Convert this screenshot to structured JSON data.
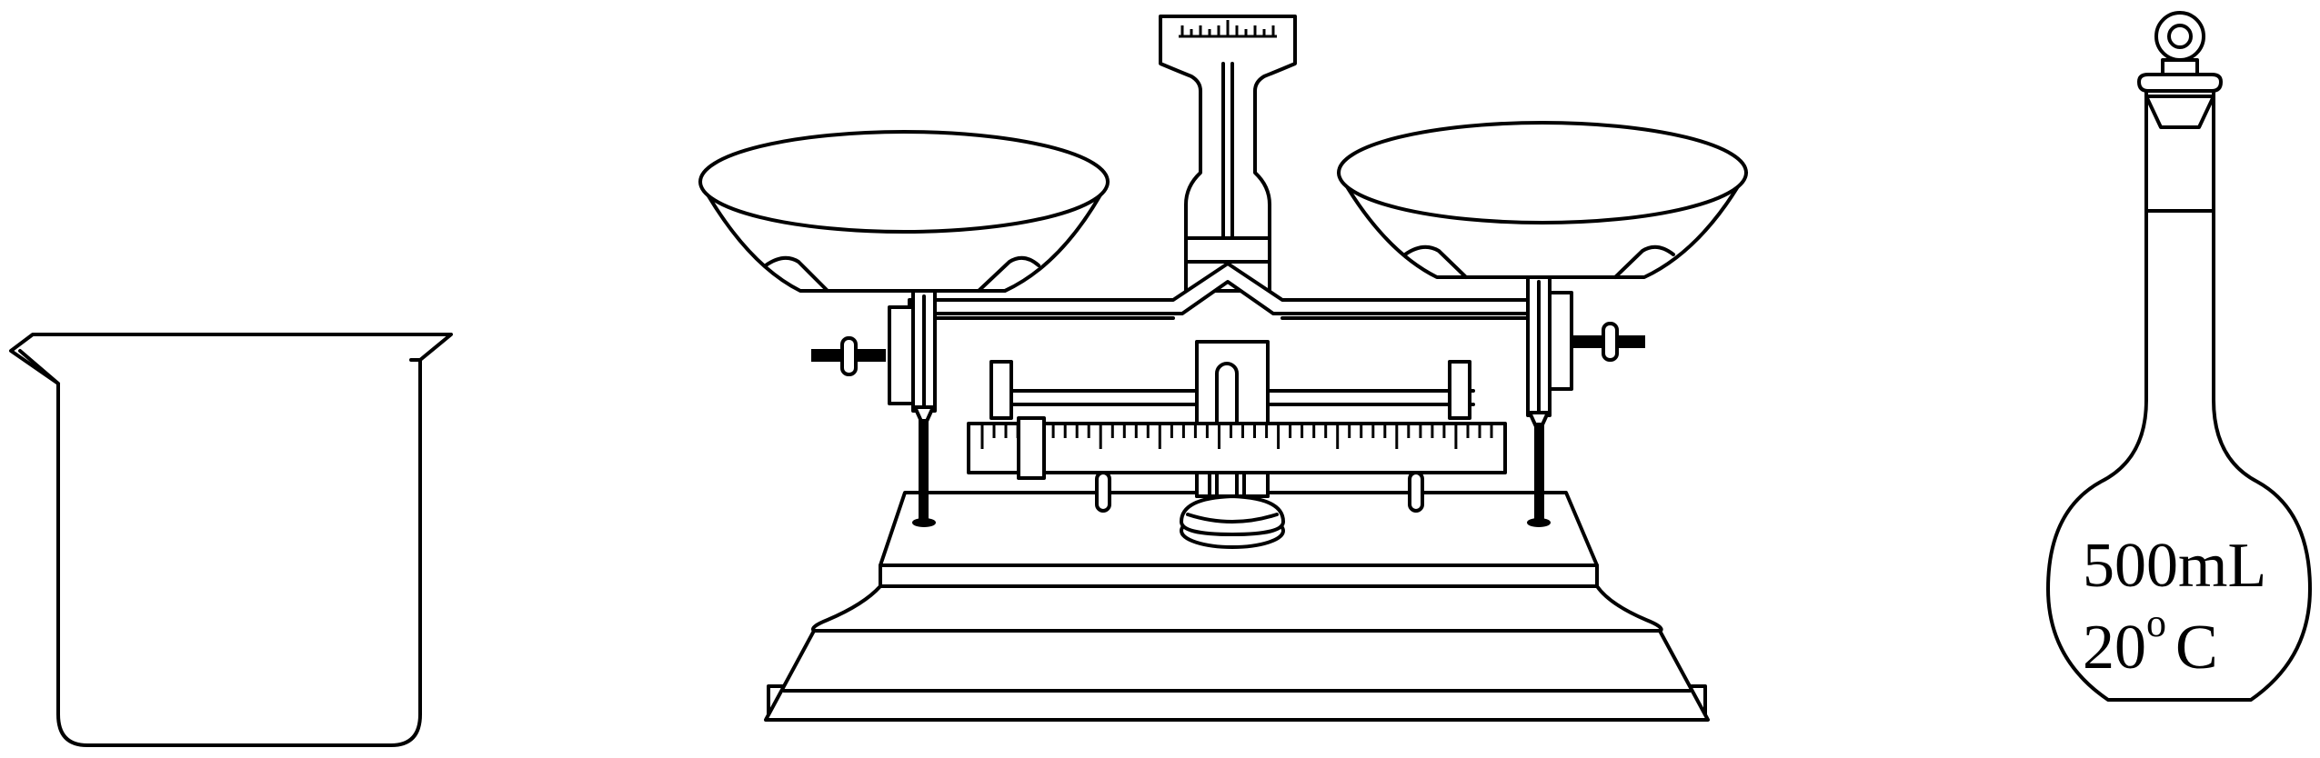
{
  "flask": {
    "volume_label": "500mL",
    "temp_value": "20",
    "temp_degree": "o",
    "temp_unit": "C"
  },
  "scale": {
    "ruler_ticks": 44
  }
}
